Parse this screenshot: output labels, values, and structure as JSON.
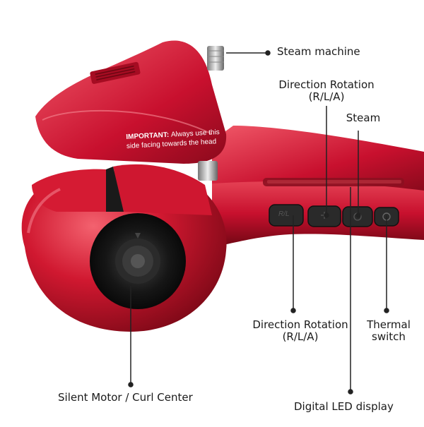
{
  "image": {
    "subject": "automatic hair curler",
    "colors": {
      "body": "#c8102e",
      "body_dark": "#7d0a1a",
      "body_highlight": "#f0606e",
      "chamber_black": "#111111",
      "leader_line": "#222222",
      "button": "#2a2a2a"
    }
  },
  "product_print": {
    "line1_bold": "IMPORTANT:",
    "line1_rest": "Always use this",
    "line2": "side facing towards the head"
  },
  "callouts": {
    "steam_machine": "Steam machine",
    "direction_rotation_top_line1": "Direction Rotation",
    "direction_rotation_top_line2": "(R/L/A)",
    "steam": "Steam",
    "direction_rotation_bottom_line1": "Direction Rotation",
    "direction_rotation_bottom_line2": "(R/L/A)",
    "thermal_switch_line1": "Thermal",
    "thermal_switch_line2": "switch",
    "silent_motor": "Silent Motor / Curl Center",
    "digital_led": "Digital LED display"
  },
  "buttons": {
    "rla": "R/L"
  }
}
